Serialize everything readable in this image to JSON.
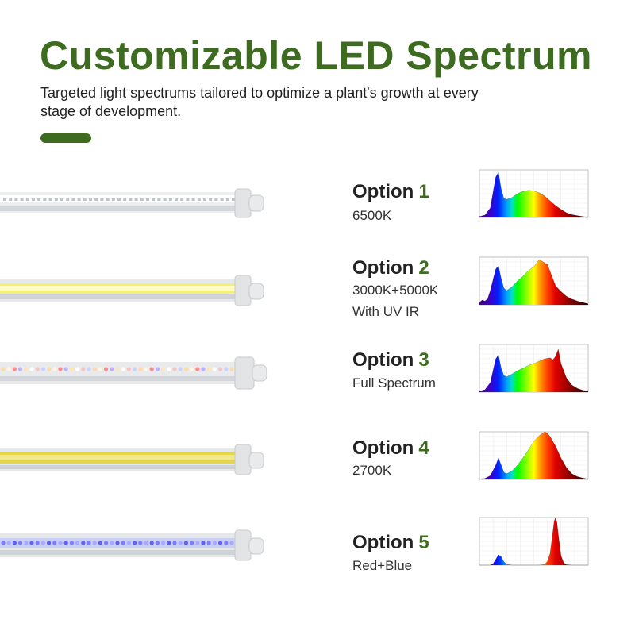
{
  "header": {
    "title": "Customizable LED Spectrum",
    "subtitle": "Targeted light spectrums tailored to optimize a plant's growth at every stage of development.",
    "accent_color": "#3d6b1f"
  },
  "options": [
    {
      "word": "Option",
      "number": "1",
      "lines": [
        "6500K"
      ],
      "led_type": "white-clear"
    },
    {
      "word": "Option",
      "number": "2",
      "lines": [
        "3000K+5000K",
        "With UV IR"
      ],
      "led_type": "warm-yellow-strip"
    },
    {
      "word": "Option",
      "number": "3",
      "lines": [
        "Full Spectrum"
      ],
      "led_type": "mixed-color"
    },
    {
      "word": "Option",
      "number": "4",
      "lines": [
        "2700K"
      ],
      "led_type": "yellow-strip"
    },
    {
      "word": "Option",
      "number": "5",
      "lines": [
        "Red+Blue"
      ],
      "led_type": "blue-strip"
    }
  ],
  "chart_data": [
    {
      "type": "area",
      "xlim": [
        380,
        780
      ],
      "ylim": [
        0,
        1
      ],
      "x": [
        380,
        400,
        420,
        440,
        450,
        460,
        470,
        480,
        500,
        520,
        540,
        560,
        580,
        600,
        620,
        640,
        660,
        680,
        700,
        720,
        740,
        760,
        780
      ],
      "values": [
        0.02,
        0.05,
        0.2,
        0.85,
        0.95,
        0.6,
        0.4,
        0.38,
        0.42,
        0.5,
        0.55,
        0.57,
        0.56,
        0.52,
        0.45,
        0.35,
        0.25,
        0.17,
        0.1,
        0.06,
        0.04,
        0.02,
        0.01
      ]
    },
    {
      "type": "area",
      "xlim": [
        380,
        780
      ],
      "ylim": [
        0,
        1
      ],
      "x": [
        380,
        390,
        400,
        410,
        420,
        440,
        450,
        460,
        470,
        480,
        500,
        520,
        540,
        560,
        580,
        600,
        620,
        630,
        640,
        650,
        660,
        680,
        700,
        720,
        740,
        760,
        780
      ],
      "values": [
        0.05,
        0.1,
        0.08,
        0.12,
        0.3,
        0.75,
        0.82,
        0.55,
        0.35,
        0.3,
        0.38,
        0.5,
        0.6,
        0.72,
        0.8,
        0.95,
        0.88,
        0.85,
        0.7,
        0.55,
        0.4,
        0.28,
        0.18,
        0.12,
        0.08,
        0.05,
        0.02
      ]
    },
    {
      "type": "area",
      "xlim": [
        380,
        780
      ],
      "ylim": [
        0,
        1
      ],
      "x": [
        380,
        400,
        420,
        440,
        450,
        460,
        470,
        480,
        500,
        520,
        540,
        560,
        580,
        600,
        620,
        640,
        650,
        660,
        670,
        680,
        700,
        720,
        740,
        760,
        780
      ],
      "values": [
        0.02,
        0.05,
        0.2,
        0.7,
        0.78,
        0.5,
        0.35,
        0.32,
        0.38,
        0.45,
        0.5,
        0.56,
        0.6,
        0.65,
        0.7,
        0.72,
        0.68,
        0.75,
        0.9,
        0.6,
        0.3,
        0.15,
        0.08,
        0.04,
        0.02
      ]
    },
    {
      "type": "area",
      "xlim": [
        380,
        780
      ],
      "ylim": [
        0,
        1
      ],
      "x": [
        380,
        400,
        420,
        440,
        450,
        460,
        470,
        480,
        500,
        520,
        540,
        560,
        580,
        600,
        620,
        630,
        640,
        660,
        680,
        700,
        720,
        740,
        760,
        780
      ],
      "values": [
        0.01,
        0.02,
        0.08,
        0.3,
        0.45,
        0.3,
        0.15,
        0.12,
        0.18,
        0.3,
        0.45,
        0.62,
        0.8,
        0.92,
        1.0,
        0.97,
        0.9,
        0.7,
        0.45,
        0.25,
        0.12,
        0.06,
        0.03,
        0.01
      ]
    },
    {
      "type": "area",
      "xlim": [
        380,
        780
      ],
      "ylim": [
        0,
        1
      ],
      "x": [
        380,
        420,
        430,
        440,
        450,
        460,
        470,
        480,
        500,
        600,
        620,
        630,
        640,
        650,
        655,
        660,
        665,
        670,
        680,
        690,
        700,
        720,
        780
      ],
      "values": [
        0,
        0,
        0.03,
        0.12,
        0.22,
        0.18,
        0.07,
        0.02,
        0,
        0,
        0.02,
        0.08,
        0.25,
        0.7,
        0.92,
        1.0,
        0.9,
        0.65,
        0.2,
        0.05,
        0.01,
        0,
        0
      ]
    }
  ]
}
